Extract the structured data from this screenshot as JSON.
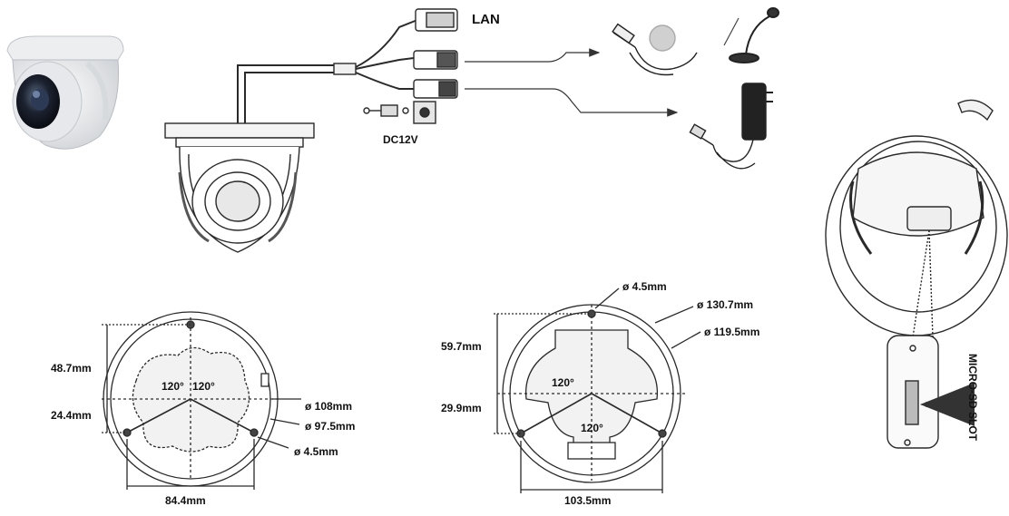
{
  "labels": {
    "lan": "LAN",
    "dc12v": "DC12V",
    "microsd_slot": "MICRO-SD SLOT"
  },
  "left_base": {
    "height_top": "48.7mm",
    "height_bottom": "24.4mm",
    "angle_a": "120°",
    "angle_b": "120°",
    "dia_outer": "ø 108mm",
    "dia_inner": "ø 97.5mm",
    "hole": "ø 4.5mm",
    "width": "84.4mm"
  },
  "right_base": {
    "hole": "ø 4.5mm",
    "dia_outer": "ø 130.7mm",
    "dia_inner": "ø 119.5mm",
    "height_top": "59.7mm",
    "height_bottom": "29.9mm",
    "angle_top": "120°",
    "angle_bottom": "120°",
    "width": "103.5mm"
  },
  "colors": {
    "line": "#2a2a2a",
    "text": "#111111"
  }
}
